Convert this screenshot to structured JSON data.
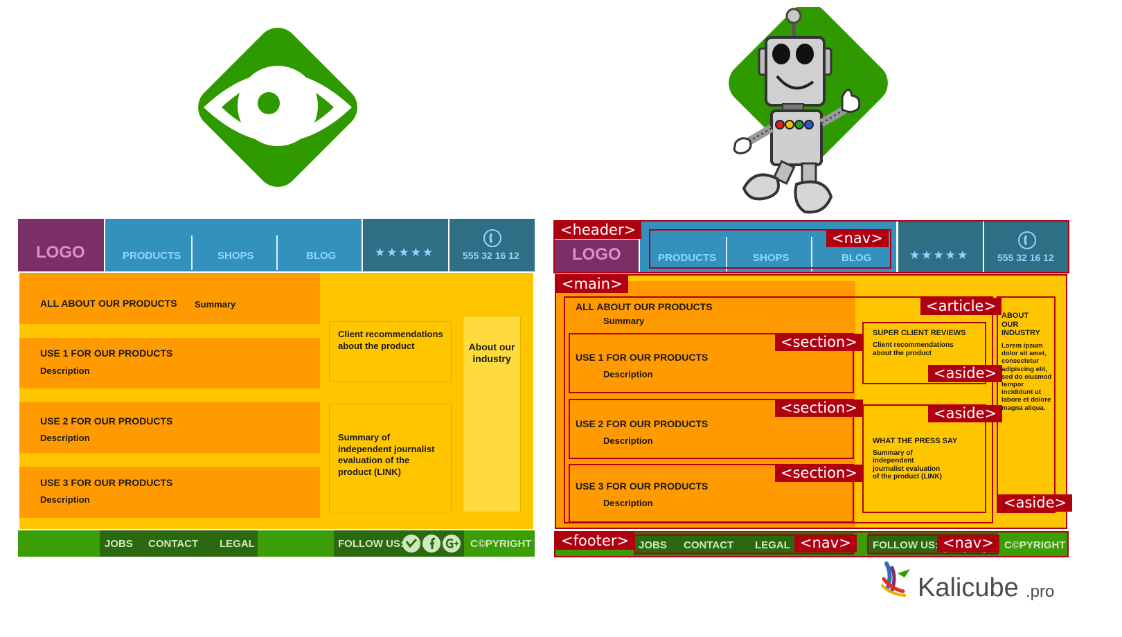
{
  "labels": {
    "logo": "LOGO",
    "nav": [
      "PRODUCTS",
      "SHOPS",
      "BLOG"
    ],
    "stars": "★★★★★",
    "phone": "555 32 16 12",
    "main_title": "ALL ABOUT OUR PRODUCTS",
    "summary": "Summary",
    "uses": [
      "USE 1 FOR OUR PRODUCTS",
      "USE 2 FOR OUR PRODUCTS",
      "USE 3 FOR OUR PRODUCTS"
    ],
    "description": "Description",
    "client_rec": "Client recommendations about the product",
    "press_summary": "Summary of independent journalist evaluation of the product (LINK)",
    "about_industry": "About our industry",
    "footer_links": [
      "JOBS",
      "CONTACT",
      "LEGAL"
    ],
    "follow": "FOLLOW US:",
    "copyright": "C©PYRIGHT"
  },
  "right": {
    "client_reviews_title": "SUPER CLIENT REVIEWS",
    "press_title": "WHAT THE PRESS SAY",
    "about_title": "ABOUT OUR INDUSTRY",
    "lorem": "Lorem ipsum dolor sit amet, consectetur adipiscing elit, sed do eiusmod tempor incididunt ut labore et dolore magna aliqua."
  },
  "tags": {
    "header": "<header>",
    "nav": "<nav>",
    "main": "<main>",
    "article": "<article>",
    "section": "<section>",
    "aside": "<aside>",
    "footer": "<footer>"
  },
  "brand": {
    "name": "Kalicube",
    "suffix": ".pro"
  },
  "icons": [
    "eye-icon",
    "robot-icon",
    "phone-icon",
    "twitter-icon",
    "facebook-icon",
    "google-plus-icon",
    "kalicube-logo-icon"
  ],
  "colors": {
    "green": "#2e9b00",
    "purple": "#7a2f67",
    "blue": "#3490bd",
    "teal": "#2f6f85",
    "yellow": "#ffc600",
    "orange": "#ff9a00",
    "red_tag": "#b00010",
    "footer_green": "#3c9e06",
    "footer_dark": "#2b6910"
  }
}
